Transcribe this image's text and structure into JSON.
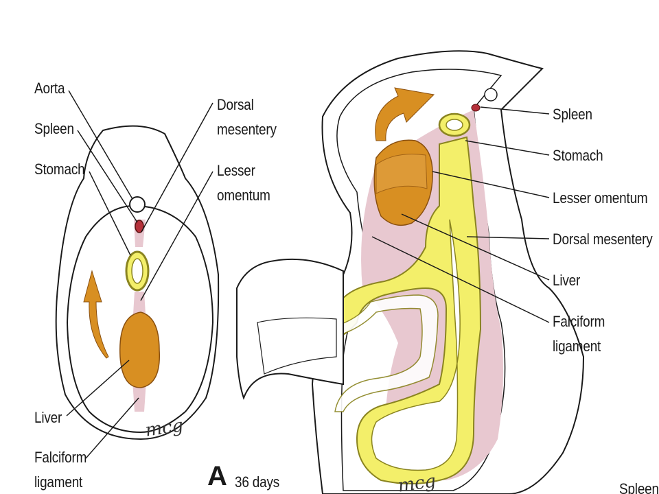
{
  "left_view": {
    "labels": {
      "aorta": "Aorta",
      "spleen": "Spleen",
      "stomach": "Stomach",
      "liver": "Liver",
      "falciform": "Falciform",
      "ligament": "ligament",
      "dorsal": "Dorsal",
      "mesentery": "mesentery",
      "lesser": "Lesser",
      "omentum": "omentum"
    },
    "signature": "mcg"
  },
  "right_view": {
    "labels": {
      "spleen": "Spleen",
      "stomach": "Stomach",
      "lesser_omentum": "Lesser omentum",
      "dorsal_mesentery": "Dorsal mesentery",
      "liver": "Liver",
      "falciform": "Falciform",
      "ligament": "ligament"
    },
    "signature": "mcg"
  },
  "panel": {
    "letter": "A",
    "stage": "36 days"
  },
  "cropped_label": "Spleen",
  "colors": {
    "outline": "#1a1a1a",
    "yellow": "#f3ef6a",
    "yellow_outline": "#8a8420",
    "orange": "#d88f22",
    "pink": "#e8c8d0",
    "spleen_red": "#b5303a"
  }
}
